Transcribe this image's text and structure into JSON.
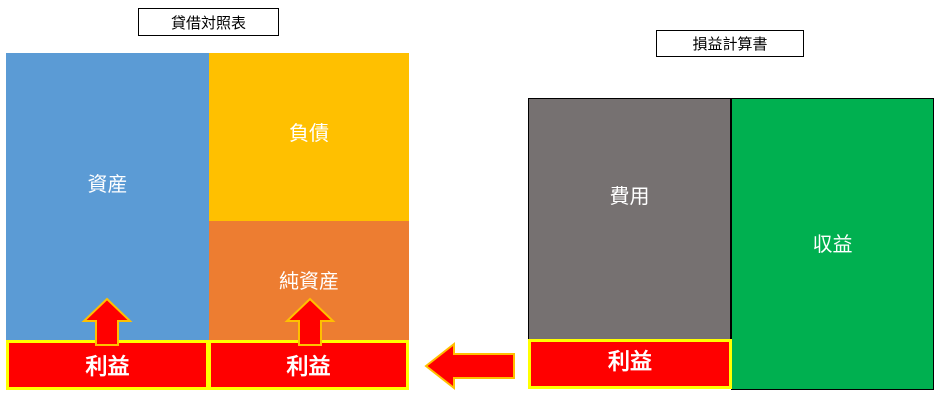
{
  "balance_sheet": {
    "title": "貸借対照表",
    "assets": "資産",
    "liabilities": "負債",
    "net_assets": "純資産",
    "profit_left": "利益",
    "profit_right": "利益"
  },
  "income_statement": {
    "title": "損益計算書",
    "expenses": "費用",
    "revenue": "収益",
    "profit": "利益"
  },
  "colors": {
    "assets": "#5b9bd5",
    "liabilities": "#ffc000",
    "net_assets": "#ed7d31",
    "expenses": "#767171",
    "revenue": "#00b050",
    "profit": "#ff0000",
    "profit_border": "#ffff00"
  },
  "icons": {
    "up_arrow": "up-arrow-icon",
    "left_arrow": "left-arrow-icon"
  }
}
